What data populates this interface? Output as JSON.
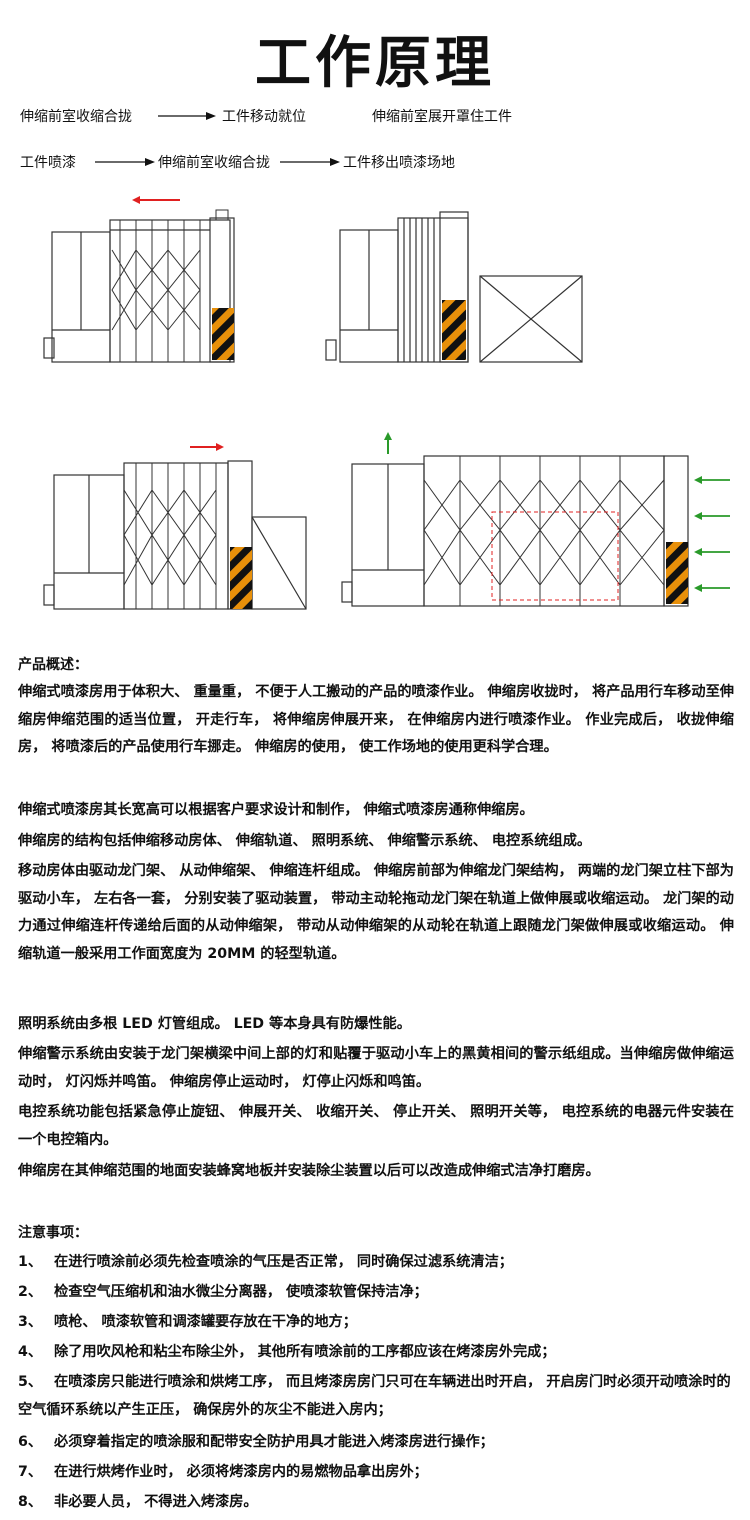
{
  "title": "工作原理",
  "flow": {
    "step1": "伸缩前室收缩合拢",
    "step2": "工件移动就位",
    "step3": "伸缩前室展开罩住工件",
    "step4": "工件喷漆",
    "step5": "伸缩前室收缩合拢",
    "step6": "工件移出喷漆场地"
  },
  "colors": {
    "hazard_orange": "#e8900a",
    "hazard_black": "#111111",
    "arrow_red": "#e02020",
    "arrow_green": "#2a9a2a"
  },
  "overview": {
    "heading": "产品概述：",
    "paragraphs": [
      "伸缩式喷漆房用于体积大、  重量重，  不便于人工搬动的产品的喷漆作业。  伸缩房收拢时，  将产品用行车移动至伸缩房伸缩范围的适当位置，  开走行车，  将伸缩房伸展开来，  在伸缩房内进行喷漆作业。  作业完成后，  收拢伸缩房，  将喷漆后的产品使用行车挪走。  伸缩房的使用，  使工作场地的使用更科学合理。",
      "伸缩式喷漆房其长宽高可以根据客户要求设计和制作，  伸缩式喷漆房通称伸缩房。",
      "伸缩房的结构包括伸缩移动房体、  伸缩轨道、  照明系统、  伸缩警示系统、  电控系统组成。",
      "移动房体由驱动龙门架、  从动伸缩架、  伸缩连杆组成。  伸缩房前部为伸缩龙门架结构，  两端的龙门架立柱下部为驱动小车，  左右各一套，  分别安装了驱动装置，  带动主动轮拖动龙门架在轨道上做伸展或收缩运动。  龙门架的动力通过伸缩连杆传递给后面的从动伸缩架，  带动从动伸缩架的从动轮在轨道上跟随龙门架做伸展或收缩运动。  伸缩轨道一般采用工作面宽度为 20MM 的轻型轨道。",
      "照明系统由多根 LED 灯管组成。  LED 等本身具有防爆性能。",
      "伸缩警示系统由安装于龙门架横梁中间上部的灯和贴覆于驱动小车上的黑黄相间的警示纸组成。当伸缩房做伸缩运动时，  灯闪烁并鸣笛。  伸缩房停止运动时，  灯停止闪烁和鸣笛。",
      "电控系统功能包括紧急停止旋钮、  伸展开关、  收缩开关、  停止开关、  照明开关等，  电控系统的电器元件安装在一个电控箱内。",
      "伸缩房在其伸缩范围的地面安装蜂窝地板并安装除尘装置以后可以改造成伸缩式洁净打磨房。"
    ]
  },
  "notes": {
    "heading": "注意事项：",
    "items": [
      {
        "num": "1、",
        "text": "在进行喷涂前必须先检查喷涂的气压是否正常，  同时确保过滤系统清洁；"
      },
      {
        "num": "2、",
        "text": "检查空气压缩机和油水微尘分离器，  使喷漆软管保持洁净；"
      },
      {
        "num": "3、",
        "text": "喷枪、  喷漆软管和调漆罐要存放在干净的地方；"
      },
      {
        "num": "4、",
        "text": "除了用吹风枪和粘尘布除尘外，  其他所有喷涂前的工序都应该在烤漆房外完成；"
      },
      {
        "num": "5、",
        "text": "在喷漆房只能进行喷涂和烘烤工序，  而且烤漆房房门只可在车辆进出时开启，  开启房门时必须开动喷涂时的空气循环系统以产生正压，  确保房外的灰尘不能进入房内；"
      },
      {
        "num": "6、",
        "text": "必须穿着指定的喷涂服和配带安全防护用具才能进入烤漆房进行操作；"
      },
      {
        "num": "7、",
        "text": "在进行烘烤作业时，  必须将烤漆房内的易燃物品拿出房外；"
      },
      {
        "num": "8、",
        "text": "非必要人员，  不得进入烤漆房。"
      }
    ]
  }
}
